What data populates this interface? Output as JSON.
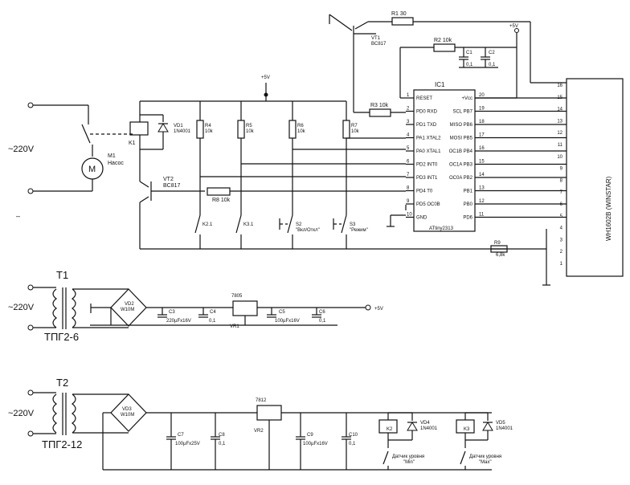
{
  "mains": {
    "voltage": "~220V"
  },
  "motor": {
    "ref": "M1",
    "desc": "Насос",
    "symbol": "M"
  },
  "relay_k1": {
    "ref": "K1"
  },
  "diodes": {
    "vd1": {
      "ref": "VD1",
      "part": "1N4001"
    },
    "vd4": {
      "ref": "VD4",
      "part": "1N4001"
    },
    "vd5": {
      "ref": "VD5",
      "part": "1N4001"
    }
  },
  "transistors": {
    "vt1": {
      "ref": "VT1",
      "part": "BC817"
    },
    "vt2": {
      "ref": "VT2",
      "part": "BC817"
    }
  },
  "resistors": {
    "r1": "R1 30",
    "r2": "R2 10k",
    "r3": "R3 10k",
    "r4": {
      "ref": "R4",
      "value": "10k"
    },
    "r5": {
      "ref": "R5",
      "value": "10k"
    },
    "r6": {
      "ref": "R6",
      "value": "10k"
    },
    "r7": {
      "ref": "R7",
      "value": "10k"
    },
    "r8": "R8 10k",
    "r9": {
      "ref": "R9",
      "value": "6,8k"
    }
  },
  "caps": {
    "c1": "C1",
    "c2": "C2",
    "c3": {
      "ref": "C3",
      "value": "220µFx16V"
    },
    "c4": {
      "ref": "C4",
      "value": "0,1"
    },
    "c5": {
      "ref": "C5",
      "value": "100µFx16V"
    },
    "c6": {
      "ref": "C6",
      "value": "0,1"
    },
    "c7": {
      "ref": "C7",
      "value": "100µFx25V"
    },
    "c8": {
      "ref": "C8",
      "value": "0,1"
    },
    "c9": {
      "ref": "C9",
      "value": "100µFx16V"
    },
    "c10": {
      "ref": "C10",
      "value": "0,1"
    },
    "c12_value": "0,1"
  },
  "rail": {
    "plus5v": "+5V"
  },
  "ic1": {
    "ref": "IC1",
    "part": "ATtiny2313",
    "left_pins": [
      {
        "num": "1",
        "name": "RESET"
      },
      {
        "num": "2",
        "name": "PD0 RXD"
      },
      {
        "num": "3",
        "name": "PD1 TXD"
      },
      {
        "num": "4",
        "name": "PA1 XTAL2"
      },
      {
        "num": "5",
        "name": "PA0 XTAL1"
      },
      {
        "num": "6",
        "name": "PD2 INT0"
      },
      {
        "num": "7",
        "name": "PD3 INT1"
      },
      {
        "num": "8",
        "name": "PD4 T0"
      },
      {
        "num": "9",
        "name": "PD5 OC0B"
      },
      {
        "num": "10",
        "name": "GND"
      }
    ],
    "right_pins": [
      {
        "num": "20",
        "name": "+Vcc"
      },
      {
        "num": "19",
        "name": "SCL PB7"
      },
      {
        "num": "18",
        "name": "MISO PB6"
      },
      {
        "num": "17",
        "name": "MOSI PB5"
      },
      {
        "num": "16",
        "name": "OC1B PB4"
      },
      {
        "num": "15",
        "name": "OC1A PB3"
      },
      {
        "num": "14",
        "name": "OC0A PB2"
      },
      {
        "num": "13",
        "name": "PB1"
      },
      {
        "num": "12",
        "name": "PB0"
      },
      {
        "num": "11",
        "name": "PD6"
      }
    ]
  },
  "lcd": {
    "part": "WH1602B (WINSTAR)",
    "pins": [
      "16",
      "15",
      "14",
      "13",
      "12",
      "11",
      "10",
      "9",
      "8",
      "7",
      "6",
      "5",
      "4",
      "3",
      "2",
      "1"
    ]
  },
  "switches": {
    "k21": "K2.1",
    "k31": "K3.1",
    "s2": {
      "ref": "S2",
      "label": "\"Вкл/Откл\""
    },
    "s3": {
      "ref": "S3",
      "label": "\"Режим\""
    }
  },
  "psu1": {
    "transformer": "T1",
    "transformer_type": "ТПГ2-6",
    "bridge": "VD2",
    "bridge_part": "W10M",
    "regulator": "7805",
    "regulator_ref": "VR1"
  },
  "psu2": {
    "transformer": "T2",
    "transformer_type": "ТПГ2-12",
    "bridge": "VD3",
    "bridge_part": "W10M",
    "regulator": "7812",
    "regulator_ref": "VR2",
    "relay_k2": "K2",
    "relay_k3": "K3",
    "sensor_min": "Датчик уровня",
    "sensor_min_label": "\"Min\"",
    "sensor_max": "Датчик уровня",
    "sensor_max_label": "\"Max\""
  }
}
